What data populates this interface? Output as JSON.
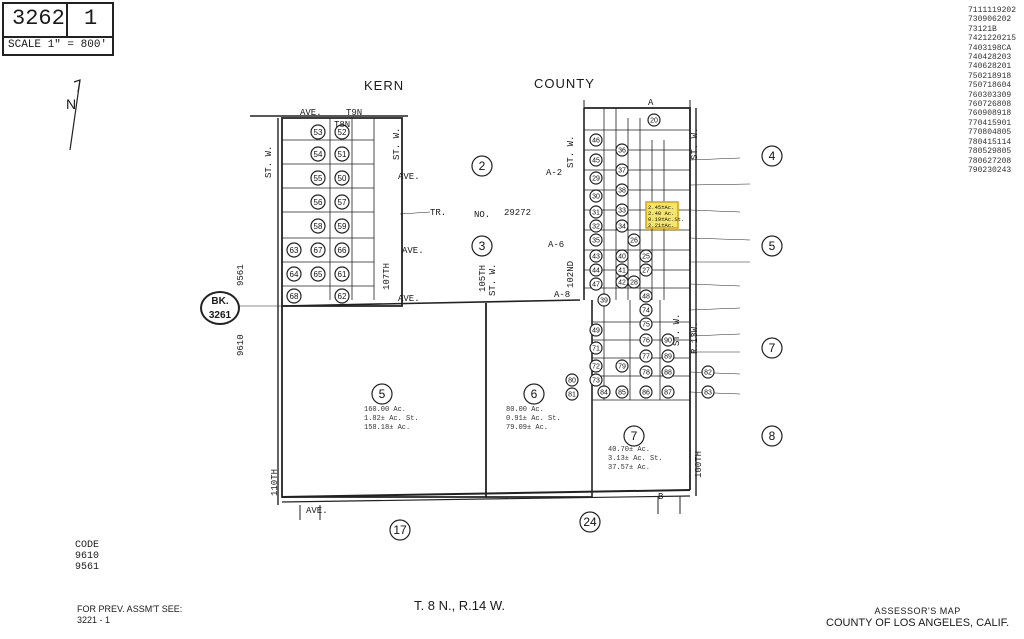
{
  "header": {
    "map_number": "3262",
    "sheet_number": "1",
    "scale": "SCALE 1\" = 800'"
  },
  "right_column": [
    "7111119202",
    "730906202",
    "73121B",
    "7421220215",
    "7403198CA",
    "740428203",
    "740628201",
    "750218918",
    "750718604",
    "760303309",
    "760726808",
    "760908918",
    "770415901",
    "770804805",
    "780415114",
    "780529805",
    "780627208",
    "790230243"
  ],
  "county_labels": {
    "kern": "KERN",
    "county": "COUNTY"
  },
  "streets": {
    "ave_t9n": "AVE.",
    "t9n": "T9N",
    "t8n": "T8N",
    "ave_1": "AVE.",
    "ave_2": "AVE.",
    "ave_3": "AVE.",
    "ave_bottom": "AVE.",
    "st_w_left": "ST. W.",
    "st_w_mid": "ST. W.",
    "st_110": "110TH",
    "st_107": "107TH",
    "st_105": "105TH",
    "st_w_105": "ST. W.",
    "st_102": "102ND",
    "st_w_mid2": "ST. W.",
    "st_95": "ST. W.",
    "st_100": "100TH",
    "st_w_100": "ST. W.",
    "r13w": "R.13W.",
    "code_9561": "9561",
    "code_9610": "9610",
    "tr": "TR.",
    "no": "NO.",
    "tract": "29272",
    "a_top": "A",
    "a2": "A-2",
    "a6": "A-6",
    "a8": "A-8",
    "b": "B"
  },
  "bk_label": {
    "line1": "BK.",
    "line2": "3261"
  },
  "big_parcels": [
    {
      "id": "2",
      "label": "2"
    },
    {
      "id": "3",
      "label": "3"
    },
    {
      "id": "4",
      "label": "4"
    },
    {
      "id": "5r",
      "label": "5"
    },
    {
      "id": "7r",
      "label": "7"
    },
    {
      "id": "8",
      "label": "8"
    },
    {
      "id": "17",
      "label": "17"
    },
    {
      "id": "24",
      "label": "24"
    },
    {
      "id": "5",
      "label": "5"
    },
    {
      "id": "6",
      "label": "6"
    },
    {
      "id": "7",
      "label": "7"
    }
  ],
  "acreage": {
    "p5": [
      "160.00 Ac.",
      "1.82± Ac. St.",
      "158.18± Ac."
    ],
    "p6": [
      "80.00 Ac.",
      "0.91± Ac. St.",
      "79.09± Ac."
    ],
    "p7": [
      "40.70± Ac.",
      "3.13± Ac. St.",
      "37.57± Ac."
    ]
  },
  "left_lots": [
    "53",
    "52",
    "54",
    "51",
    "55",
    "50",
    "56",
    "57",
    "58",
    "59",
    "63",
    "66",
    "64",
    "65",
    "67",
    "61",
    "68",
    "62"
  ],
  "right_lots": [
    "20",
    "46",
    "45",
    "29",
    "30",
    "31",
    "32",
    "35",
    "36",
    "37",
    "38",
    "33",
    "34",
    "26",
    "25",
    "27",
    "28",
    "39",
    "40",
    "41",
    "42",
    "43",
    "44",
    "47",
    "48",
    "49",
    "71",
    "72",
    "73",
    "74",
    "75",
    "76",
    "77",
    "78",
    "79",
    "80",
    "81",
    "82",
    "83",
    "84",
    "85",
    "86",
    "87",
    "88",
    "89",
    "90"
  ],
  "code_block": [
    "CODE",
    "9610",
    "9561"
  ],
  "footer": {
    "prev_line1": "FOR PREV. ASSM'T SEE:",
    "prev_line2": "3221 - 1",
    "township": "T. 8 N., R.14 W.",
    "assessor_line1": "ASSESSOR'S MAP",
    "assessor_line2": "COUNTY OF LOS ANGELES, CALIF."
  },
  "highlight": {
    "fill": "#f5e66b",
    "stroke": "#e0a800",
    "lines": [
      "2.45±Ac.",
      "2.40 Ac.",
      "0.19±Ac.St.",
      "2.21±Ac."
    ]
  }
}
